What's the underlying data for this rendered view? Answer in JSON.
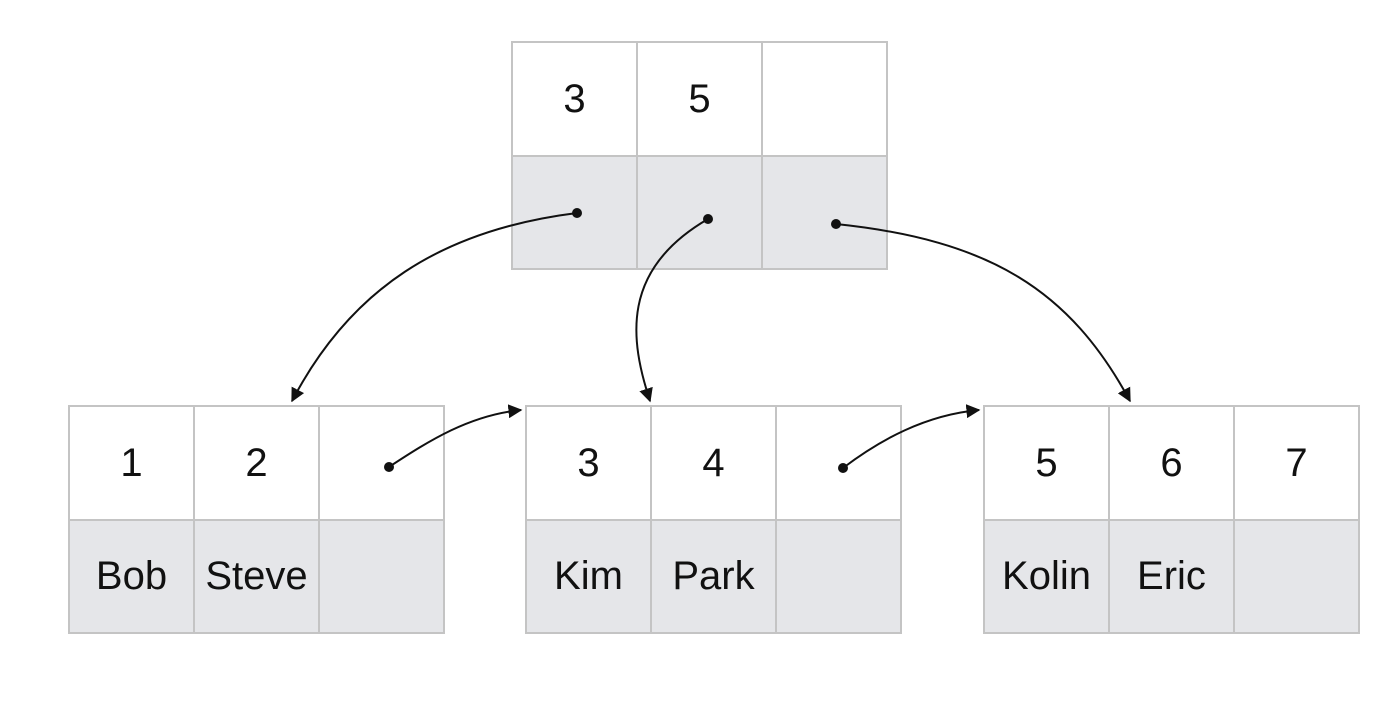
{
  "tree": {
    "root": {
      "keys": [
        "3",
        "5",
        ""
      ],
      "pointers": [
        "",
        "",
        ""
      ]
    },
    "leaves": [
      {
        "keys": [
          "1",
          "2",
          ""
        ],
        "values": [
          "Bob",
          "Steve",
          ""
        ]
      },
      {
        "keys": [
          "3",
          "4",
          ""
        ],
        "values": [
          "Kim",
          "Park",
          ""
        ]
      },
      {
        "keys": [
          "5",
          "6",
          "7"
        ],
        "values": [
          "Kolin",
          "Eric",
          ""
        ]
      }
    ]
  },
  "colors": {
    "border": "#c4c4c4",
    "value_cell_fill": "#e5e6e9",
    "key_cell_fill": "#ffffff",
    "arrow": "#111111"
  }
}
